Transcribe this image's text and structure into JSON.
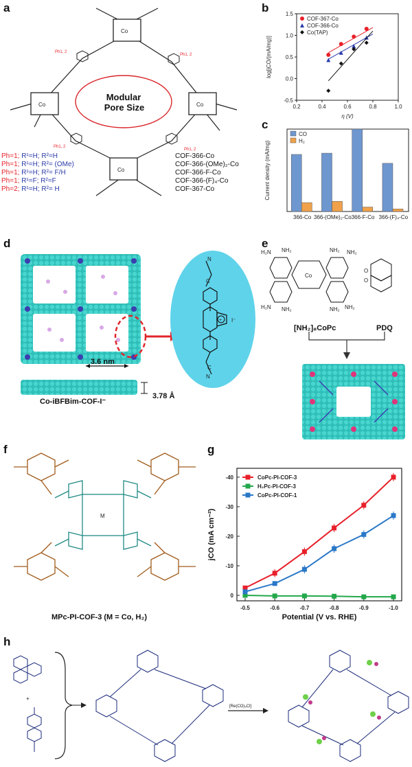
{
  "panels": {
    "a": {
      "letter": "a",
      "pore_label_line1": "Modular",
      "pore_label_line2": "Pore Size",
      "ph_label": "Ph1, 2",
      "conditions": [
        {
          "ph": "Ph=1;",
          "r1": "R¹=H;",
          "r2": "R²=H"
        },
        {
          "ph": "Ph=1;",
          "r1": "R¹=H;",
          "r2": "R²= (OMe)"
        },
        {
          "ph": "Ph=1;",
          "r1": "R¹=H;",
          "r2": "R²= F/H"
        },
        {
          "ph": "Ph=1;",
          "r1": "R¹=F;",
          "r2": "R²=F"
        },
        {
          "ph": "Ph=2;",
          "r1": "R¹=H;",
          "r2": "R²= H"
        }
      ],
      "names": [
        "COF-366-Co",
        "COF-366-(OMe)₂-Co",
        "COF-366-F-Co",
        "COF-366-(F)₄-Co",
        "COF-367-Co"
      ]
    },
    "b": {
      "letter": "b"
    },
    "c": {
      "letter": "c"
    },
    "d": {
      "letter": "d",
      "dim1": "3.6 nm",
      "dim2": "3.78 Å",
      "caption": "Co-iBFBim-COF-I⁻"
    },
    "e": {
      "letter": "e",
      "mol1": "[NH₂]₈CoPc",
      "mol2": "PDQ"
    },
    "f": {
      "letter": "f",
      "caption": "MPc-PI-COF-3 (M = Co, H₂)"
    },
    "g": {
      "letter": "g"
    },
    "h": {
      "letter": "h",
      "reagent": "[Re(CO)₅Cl]"
    }
  },
  "chart_data": [
    {
      "id": "b",
      "type": "scatter",
      "xlabel": "η (V)",
      "ylabel": "log[jCO/(mA/mg)]",
      "xlim": [
        0.2,
        1.0
      ],
      "ylim": [
        -0.5,
        1.5
      ],
      "xticks": [
        "0.2",
        "0.4",
        "0.6",
        "0.8",
        "1.0"
      ],
      "yticks": [
        "-0.5",
        "0.0",
        "0.5",
        "1.0",
        "1.5"
      ],
      "legend_position": "top-left",
      "series": [
        {
          "name": "COF-367-Co",
          "color": "#e8202a",
          "marker": "circle",
          "x": [
            0.45,
            0.55,
            0.65,
            0.75
          ],
          "y": [
            0.55,
            0.8,
            0.97,
            1.15
          ],
          "fit": [
            [
              0.45,
              0.6
            ],
            [
              0.8,
              1.18
            ]
          ]
        },
        {
          "name": "COF-366-Co",
          "color": "#2a3aa8",
          "marker": "triangle",
          "x": [
            0.45,
            0.55,
            0.65,
            0.75
          ],
          "y": [
            0.43,
            0.6,
            0.75,
            0.95
          ],
          "fit": [
            [
              0.45,
              0.45
            ],
            [
              0.8,
              1.03
            ]
          ]
        },
        {
          "name": "Co(TAP)",
          "color": "#111111",
          "marker": "diamond",
          "x": [
            0.45,
            0.55,
            0.65,
            0.75
          ],
          "y": [
            -0.28,
            0.35,
            0.68,
            0.83
          ],
          "fit": [
            [
              0.45,
              -0.05
            ],
            [
              0.8,
              1.1
            ]
          ]
        }
      ]
    },
    {
      "id": "c",
      "type": "bar",
      "ylabel": "Current density (mA/mg)",
      "ylim": [
        0,
        65
      ],
      "categories": [
        "366-Co",
        "366-(OMe)₂-Co",
        "366-F-Co",
        "366-(F)₄-Co"
      ],
      "legend_position": "top-left",
      "series": [
        {
          "name": "CO",
          "color": "#6f97cf",
          "values": [
            45,
            46,
            65,
            38
          ]
        },
        {
          "name": "H₂",
          "color": "#f0a14a",
          "values": [
            7,
            8,
            3.5,
            2
          ]
        }
      ]
    },
    {
      "id": "g",
      "type": "line",
      "xlabel": "Potential (V vs. RHE)",
      "ylabel": "jCO (mA cm⁻²)",
      "x": [
        -0.5,
        -0.6,
        -0.7,
        -0.8,
        -0.9,
        -1.0
      ],
      "xticks": [
        "-0.5",
        "-0.6",
        "-0.7",
        "-0.8",
        "-0.9",
        "-1.0"
      ],
      "yticks": [
        "0",
        "-10",
        "-20",
        "-30",
        "-40"
      ],
      "ylim": [
        0,
        -43
      ],
      "legend_position": "top-left",
      "series": [
        {
          "name": "CoPc-PI-COF-3",
          "color": "#e8202a",
          "marker": "square",
          "values": [
            -2.5,
            -7.5,
            -14.8,
            -22.8,
            -30.5,
            -40
          ]
        },
        {
          "name": "H₂Pc-PI-COF-3",
          "color": "#22a84a",
          "marker": "square",
          "values": [
            0,
            0.2,
            0.2,
            0.3,
            0.5,
            0.5
          ]
        },
        {
          "name": "CoPc-PI-COF-1",
          "color": "#2a78c8",
          "marker": "square",
          "values": [
            -1.2,
            -4,
            -8.8,
            -15.8,
            -20.6,
            -27
          ]
        }
      ]
    }
  ]
}
